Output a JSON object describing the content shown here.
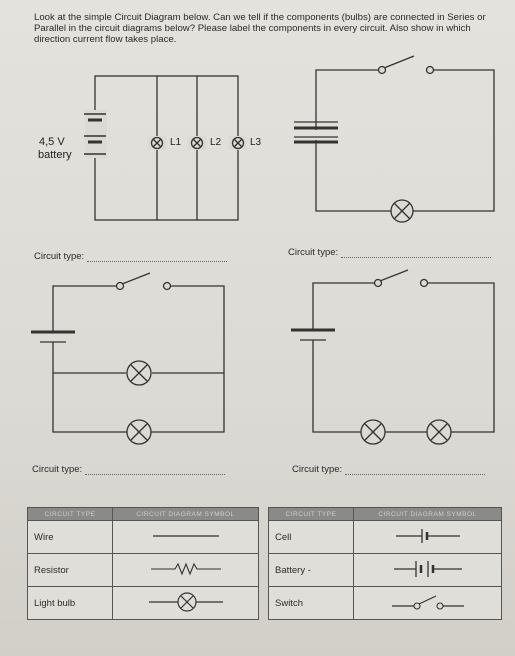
{
  "instructions": "Look at the simple Circuit Diagram below. Can we tell if the components (bulbs) are connected in Series or Parallel in the circuit diagrams below? Please label the components in every circuit. Also show in which direction current flow takes place.",
  "circuit1": {
    "battery_label_1": "4,5 V",
    "battery_label_2": "battery",
    "bulbs": [
      "L1",
      "L2",
      "L3"
    ]
  },
  "circuit_type_label": "Circuit type:",
  "table_left": {
    "headers": [
      "CIRCUIT TYPE",
      "CIRCUIT DIAGRAM SYMBOL"
    ],
    "rows": [
      {
        "name": "Wire",
        "symbol": "wire-symbol"
      },
      {
        "name": "Resistor",
        "symbol": "resistor-symbol"
      },
      {
        "name": "Light bulb",
        "symbol": "bulb-symbol"
      }
    ]
  },
  "table_right": {
    "headers": [
      "CIRCUIT TYPE",
      "CIRCUIT DIAGRAM SYMBOL"
    ],
    "rows": [
      {
        "name": "Cell",
        "symbol": "cell-symbol"
      },
      {
        "name": "Battery -",
        "symbol": "battery-symbol"
      },
      {
        "name": "Switch",
        "symbol": "switch-symbol"
      }
    ]
  }
}
